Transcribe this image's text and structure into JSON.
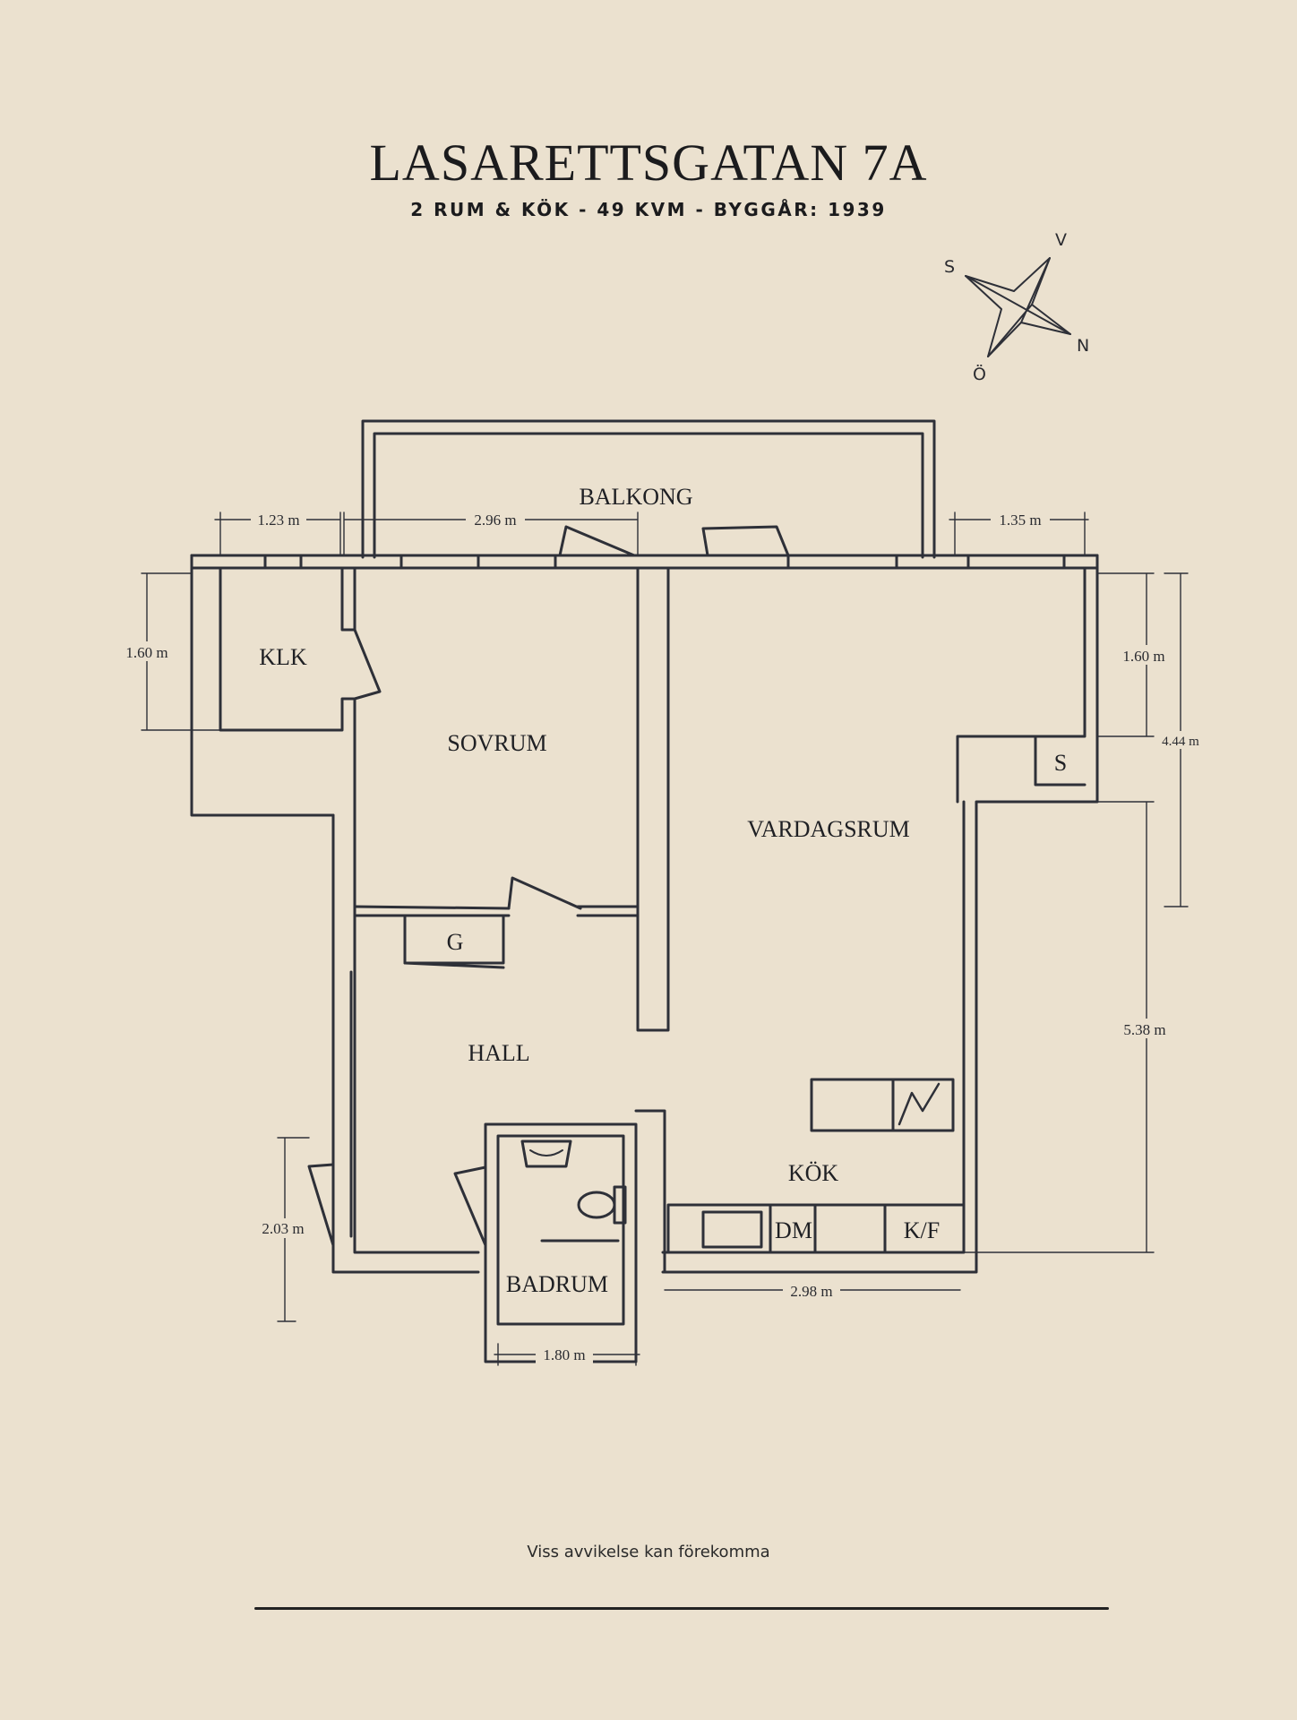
{
  "header": {
    "title": "LASARETTSGATAN 7A",
    "subtitle": "2 RUM & KÖK  -  49 KVM  -  BYGGÅR: 1939"
  },
  "compass": {
    "s": "S",
    "v": "V",
    "n": "N",
    "o": "Ö"
  },
  "rooms": {
    "balkong": "BALKONG",
    "klk": "KLK",
    "sovrum": "SOVRUM",
    "vardagsrum": "VARDAGSRUM",
    "s": "S",
    "g": "G",
    "hall": "HALL",
    "kok": "KÖK",
    "badrum": "BADRUM",
    "dm": "DM",
    "kf": "K/F"
  },
  "dimensions": {
    "d1": "1.23 m",
    "d2": "2.96 m",
    "d3": "1.35 m",
    "d4": "1.60 m",
    "d5": "1.60 m",
    "d6": "4.44 m",
    "d7": "5.38 m",
    "d8": "2.03 m",
    "d9": "2.98 m",
    "d10": "1.80 m"
  },
  "footer": {
    "disclaimer": "Viss avvikelse kan förekomma"
  },
  "colors": {
    "background": "#ebe1cf",
    "ink": "#2e3038"
  }
}
